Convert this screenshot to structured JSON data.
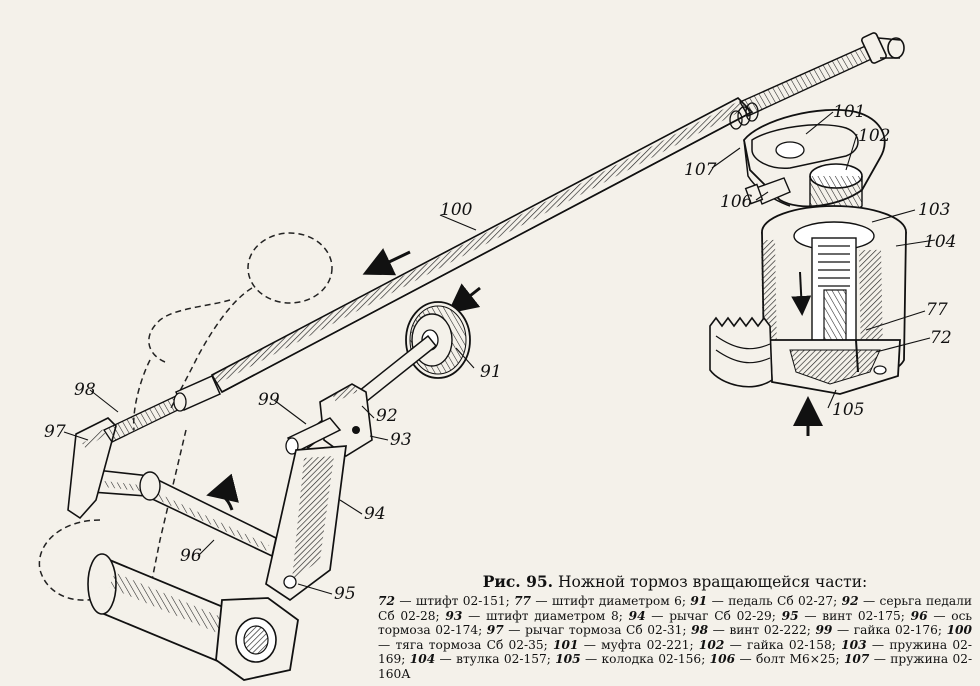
{
  "figure": {
    "title_prefix": "Рис. 95.",
    "title_text": "Ножной тормоз вращающейся части:"
  },
  "callouts": [
    {
      "id": "100",
      "text": "100"
    },
    {
      "id": "101",
      "text": "101"
    },
    {
      "id": "102",
      "text": "102"
    },
    {
      "id": "107",
      "text": "107"
    },
    {
      "id": "106",
      "text": "106"
    },
    {
      "id": "103",
      "text": "103"
    },
    {
      "id": "104",
      "text": "104"
    },
    {
      "id": "77",
      "text": "77"
    },
    {
      "id": "72",
      "text": "72"
    },
    {
      "id": "105",
      "text": "105"
    },
    {
      "id": "91",
      "text": "91"
    },
    {
      "id": "98",
      "text": "98"
    },
    {
      "id": "99",
      "text": "99"
    },
    {
      "id": "92",
      "text": "92"
    },
    {
      "id": "93",
      "text": "93"
    },
    {
      "id": "97",
      "text": "97"
    },
    {
      "id": "94",
      "text": "94"
    },
    {
      "id": "96",
      "text": "96"
    },
    {
      "id": "95",
      "text": "95"
    }
  ],
  "legend": [
    {
      "num": "72",
      "text": "штифт 02-151;"
    },
    {
      "num": "77",
      "text": "штифт диаметром 6;"
    },
    {
      "num": "91",
      "text": "педаль Сб 02-27;"
    },
    {
      "num": "92",
      "text": "серьга педали Сб 02-28;"
    },
    {
      "num": "93",
      "text": "штифт диаметром 8;"
    },
    {
      "num": "94",
      "text": "рычаг Сб 02-29;"
    },
    {
      "num": "95",
      "text": "винт 02-175;"
    },
    {
      "num": "96",
      "text": "ось тормоза 02-174;"
    },
    {
      "num": "97",
      "text": "рычаг тормоза Сб 02-31;"
    },
    {
      "num": "98",
      "text": "винт 02-222;"
    },
    {
      "num": "99",
      "text": "гайка 02-176;"
    },
    {
      "num": "100",
      "text": "тяга тормоза Сб 02-35;"
    },
    {
      "num": "101",
      "text": "муфта 02-221;"
    },
    {
      "num": "102",
      "text": "гайка 02-158;"
    },
    {
      "num": "103",
      "text": "пружина 02-169;"
    },
    {
      "num": "104",
      "text": "втулка 02-157;"
    },
    {
      "num": "105",
      "text": "колодка 02-156;"
    },
    {
      "num": "106",
      "text": "болт М6×25;"
    },
    {
      "num": "107",
      "text": "пружина 02-160А"
    }
  ]
}
